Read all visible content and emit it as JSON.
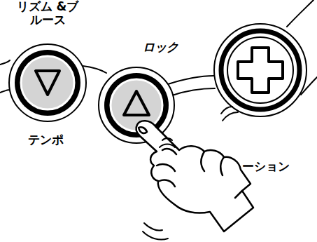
{
  "diagram": {
    "labels": [
      "リズム &ブルース",
      "ロック",
      "テンポ",
      "ーション"
    ]
  }
}
